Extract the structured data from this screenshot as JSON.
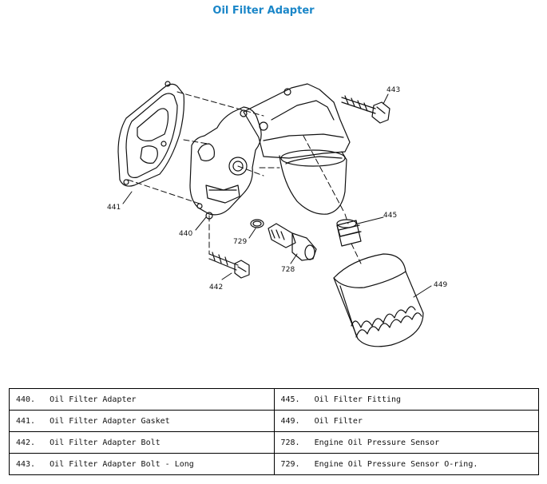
{
  "title": "Oil Filter Adapter",
  "callouts": [
    "441",
    "440",
    "729",
    "728",
    "442",
    "443",
    "445",
    "449"
  ],
  "legend": {
    "rows": [
      [
        {
          "num": "440.",
          "desc": "Oil Filter Adapter"
        },
        {
          "num": "445.",
          "desc": "Oil Filter Fitting"
        }
      ],
      [
        {
          "num": "441.",
          "desc": "Oil Filter Adapter Gasket"
        },
        {
          "num": "449.",
          "desc": "Oil Filter"
        }
      ],
      [
        {
          "num": "442.",
          "desc": "Oil Filter Adapter Bolt"
        },
        {
          "num": "728.",
          "desc": "Engine Oil Pressure Sensor"
        }
      ],
      [
        {
          "num": "443.",
          "desc": "Oil Filter Adapter Bolt - Long"
        },
        {
          "num": "729.",
          "desc": "Engine Oil Pressure Sensor O-ring."
        }
      ]
    ]
  },
  "colors": {
    "title": "#1a86c8",
    "line": "#111111"
  }
}
